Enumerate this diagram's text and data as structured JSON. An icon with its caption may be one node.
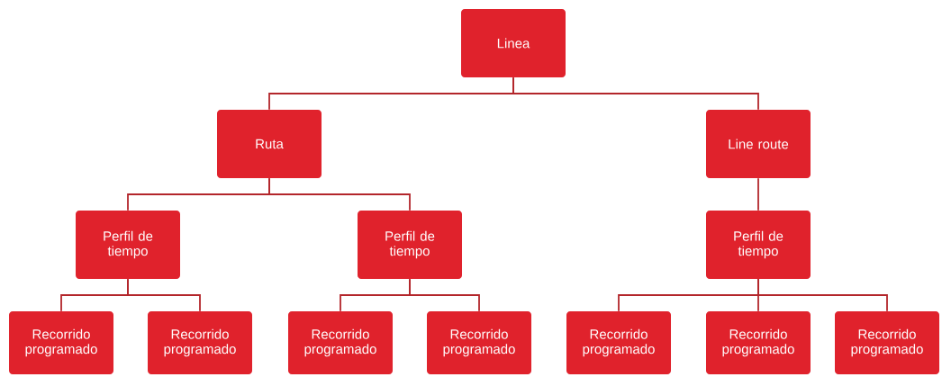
{
  "diagram": {
    "nodes": [
      {
        "text": [
          "Linea"
        ]
      },
      {
        "text": [
          "Ruta"
        ]
      },
      {
        "text": [
          "Line route"
        ]
      },
      {
        "text": [
          "Perfil de tiempo"
        ]
      },
      {
        "text": [
          "Perfil de tiempo"
        ]
      },
      {
        "text": [
          "Perfil de tiempo"
        ]
      },
      {
        "text": [
          "Recorrido programado"
        ]
      },
      {
        "text": [
          "Recorrido programado"
        ]
      },
      {
        "text": [
          "Recorrido programado"
        ]
      },
      {
        "text": [
          "Recorrido programado"
        ]
      },
      {
        "text": [
          "Recorrido programado"
        ]
      },
      {
        "text": [
          "Recorrido programado"
        ]
      },
      {
        "text": [
          "Recorrido programado"
        ]
      }
    ],
    "edges": [
      {
        "from": 0,
        "to": 1,
        "arrow": "none"
      },
      {
        "from": 0,
        "to": 2,
        "arrow": "none"
      },
      {
        "from": 1,
        "to": 3,
        "arrow": "none"
      },
      {
        "from": 1,
        "to": 4,
        "arrow": "none"
      },
      {
        "from": 2,
        "to": 5,
        "arrow": "none"
      },
      {
        "from": 3,
        "to": 6,
        "arrow": "none"
      },
      {
        "from": 3,
        "to": 7,
        "arrow": "none"
      },
      {
        "from": 4,
        "to": 8,
        "arrow": "none"
      },
      {
        "from": 4,
        "to": 9,
        "arrow": "none"
      },
      {
        "from": 5,
        "to": 10,
        "arrow": "none"
      },
      {
        "from": 5,
        "to": 11,
        "arrow": "none"
      },
      {
        "from": 5,
        "to": 12,
        "arrow": "none"
      }
    ]
  }
}
